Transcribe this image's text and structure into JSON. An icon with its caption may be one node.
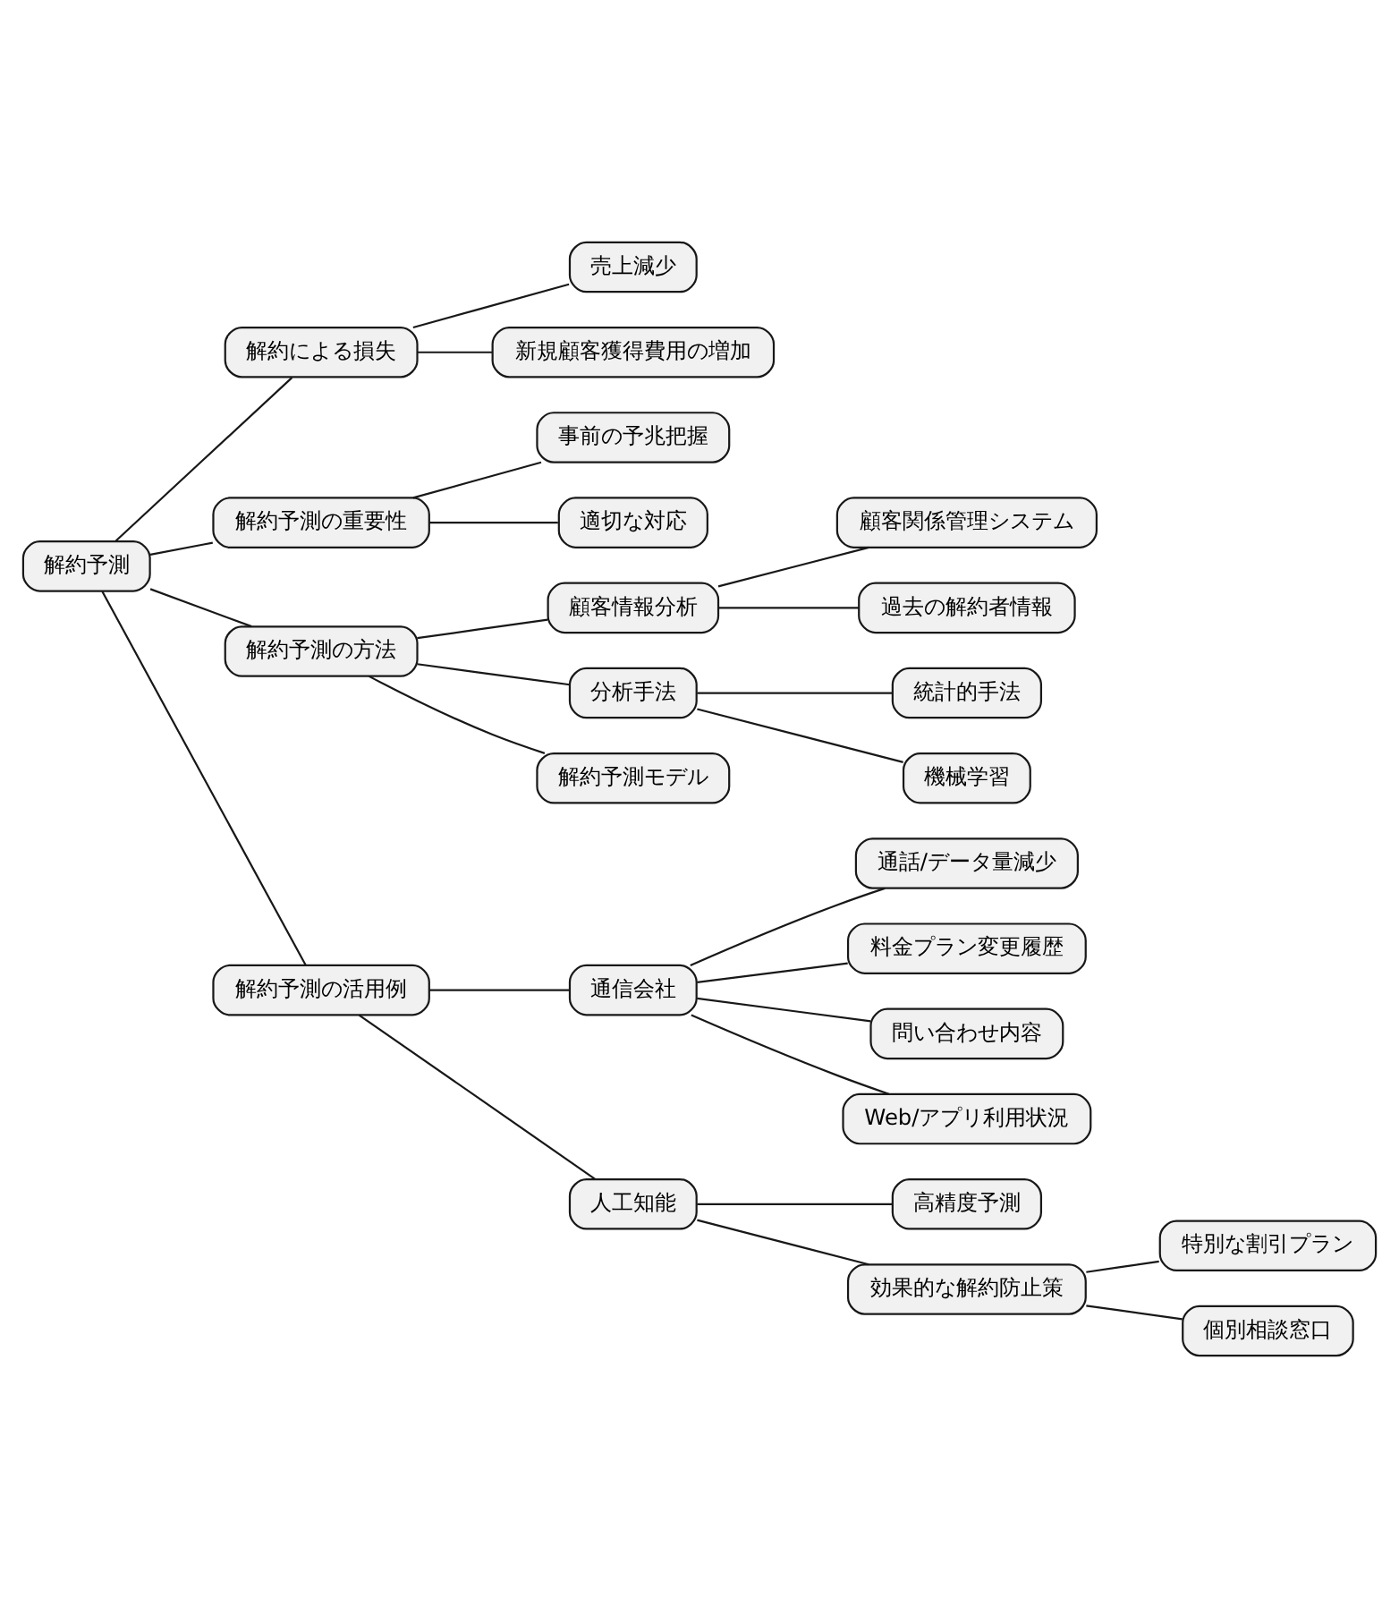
{
  "diagram": {
    "nodes": [
      {
        "text": [
          "解約予測"
        ]
      },
      {
        "text": [
          "解約による損失"
        ]
      },
      {
        "text": [
          "売上減少"
        ]
      },
      {
        "text": [
          "新規顧客獲得費用の増加"
        ]
      },
      {
        "text": [
          "解約予測の重要性"
        ]
      },
      {
        "text": [
          "事前の予兆把握"
        ]
      },
      {
        "text": [
          "適切な対応"
        ]
      },
      {
        "text": [
          "解約予測の方法"
        ]
      },
      {
        "text": [
          "顧客情報分析"
        ]
      },
      {
        "text": [
          "顧客関係管理システム"
        ]
      },
      {
        "text": [
          "過去の解約者情報"
        ]
      },
      {
        "text": [
          "分析手法"
        ]
      },
      {
        "text": [
          "統計的手法"
        ]
      },
      {
        "text": [
          "機械学習"
        ]
      },
      {
        "text": [
          "解約予測モデル"
        ]
      },
      {
        "text": [
          "解約予測の活用例"
        ]
      },
      {
        "text": [
          "通信会社"
        ]
      },
      {
        "text": [
          "通話/データ量減少"
        ]
      },
      {
        "text": [
          "料金プラン変更履歴"
        ]
      },
      {
        "text": [
          "問い合わせ内容"
        ]
      },
      {
        "text": [
          "Web/アプリ利用状況"
        ]
      },
      {
        "text": [
          "人工知能"
        ]
      },
      {
        "text": [
          "高精度予測"
        ]
      },
      {
        "text": [
          "効果的な解約防止策"
        ]
      },
      {
        "text": [
          "特別な割引プラン"
        ]
      },
      {
        "text": [
          "個別相談窓口"
        ]
      }
    ],
    "edges": [
      {
        "from": 0,
        "to": 1,
        "arrow": "none"
      },
      {
        "from": 1,
        "to": 2,
        "arrow": "none"
      },
      {
        "from": 1,
        "to": 3,
        "arrow": "none"
      },
      {
        "from": 0,
        "to": 4,
        "arrow": "none"
      },
      {
        "from": 4,
        "to": 5,
        "arrow": "none"
      },
      {
        "from": 4,
        "to": 6,
        "arrow": "none"
      },
      {
        "from": 0,
        "to": 7,
        "arrow": "none"
      },
      {
        "from": 7,
        "to": 8,
        "arrow": "none"
      },
      {
        "from": 8,
        "to": 9,
        "arrow": "none"
      },
      {
        "from": 8,
        "to": 10,
        "arrow": "none"
      },
      {
        "from": 7,
        "to": 11,
        "arrow": "none"
      },
      {
        "from": 11,
        "to": 12,
        "arrow": "none"
      },
      {
        "from": 11,
        "to": 13,
        "arrow": "none"
      },
      {
        "from": 7,
        "to": 14,
        "arrow": "none"
      },
      {
        "from": 0,
        "to": 15,
        "arrow": "none"
      },
      {
        "from": 15,
        "to": 16,
        "arrow": "none"
      },
      {
        "from": 16,
        "to": 17,
        "arrow": "none"
      },
      {
        "from": 16,
        "to": 18,
        "arrow": "none"
      },
      {
        "from": 16,
        "to": 19,
        "arrow": "none"
      },
      {
        "from": 16,
        "to": 20,
        "arrow": "none"
      },
      {
        "from": 15,
        "to": 21,
        "arrow": "none"
      },
      {
        "from": 21,
        "to": 22,
        "arrow": "none"
      },
      {
        "from": 21,
        "to": 23,
        "arrow": "none"
      },
      {
        "from": 23,
        "to": 24,
        "arrow": "none"
      },
      {
        "from": 23,
        "to": 25,
        "arrow": "none"
      }
    ]
  }
}
